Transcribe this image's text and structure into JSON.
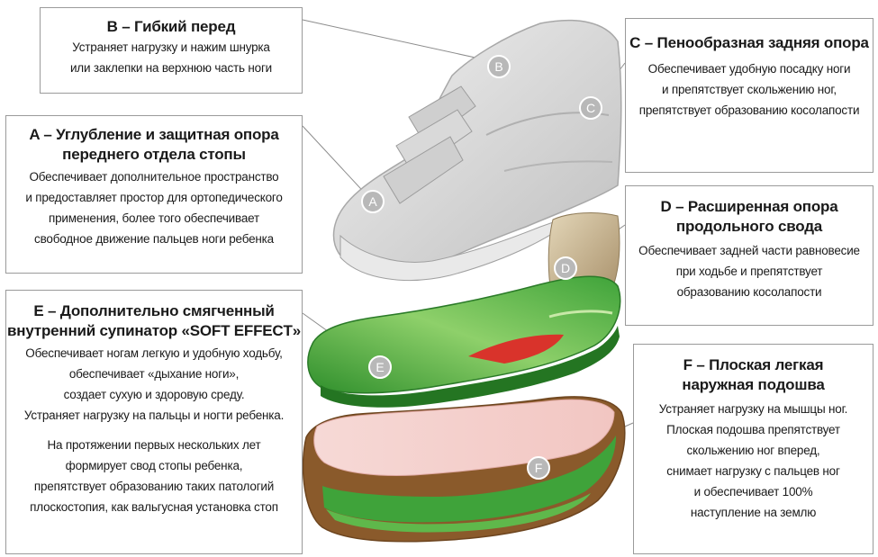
{
  "callouts": {
    "b": {
      "title": "B – Гибкий перед",
      "body": [
        "Устраняет нагрузку и нажим шнурка",
        "или заклепки на верхнюю часть ноги"
      ]
    },
    "a": {
      "title": [
        "A – Углубление и защитная опора",
        "переднего отдела стопы"
      ],
      "body": [
        "Обеспечивает дополнительное пространство",
        "и предоставляет простор для ортопедического",
        "применения, более того обеспечивает",
        "свободное движение пальцев ноги ребенка"
      ]
    },
    "e": {
      "title": [
        "E – Дополнительно смягченный",
        "внутренний супинатор «SOFT EFFECT»"
      ],
      "body": [
        "Обеспечивает ногам легкую и удобную ходьбу,",
        "обеспечивает «дыхание ноги»,",
        "создает сухую и здоровую среду.",
        "Устраняет нагрузку на пальцы и ногти ребенка."
      ],
      "body2": [
        "На протяжении первых нескольких лет",
        "формирует свод стопы ребенка,",
        "препятствует образованию таких патологий",
        "плоскостопия, как вальгусная установка стоп"
      ]
    },
    "c": {
      "title": "C – Пенообразная задняя опора",
      "body": [
        "Обеспечивает удобную  посадку ноги",
        "и препятствует скольжению ног,",
        "препятствует образованию косолапости"
      ]
    },
    "d": {
      "title": [
        "D – Расширенная опора",
        "продольного свода"
      ],
      "body": [
        "Обеспечивает задней части равновесие",
        "при ходьбе и препятствует",
        "образованию косолапости"
      ]
    },
    "f": {
      "title": [
        "F – Плоская легкая",
        "наружная подошва"
      ],
      "body": [
        "Устраняет нагрузку на мышцы ног.",
        "Плоская подошва препятствует",
        "скольжению ног вперед,",
        "снимает нагрузку с пальцев ног",
        "и обеспечивает 100%",
        "наступление на землю"
      ]
    }
  },
  "markers": {
    "a": "A",
    "b": "B",
    "c": "C",
    "d": "D",
    "e": "E",
    "f": "F"
  },
  "colors": {
    "insole_green": "#3fa33a",
    "insole_light_green": "#9bd77e",
    "supinator_red": "#d9332b",
    "outsole_brown": "#8a5a2b",
    "heel_tan": "#c8b48e",
    "shoe_gray": "#d6d6d6",
    "border_gray": "#9a9a9a"
  }
}
